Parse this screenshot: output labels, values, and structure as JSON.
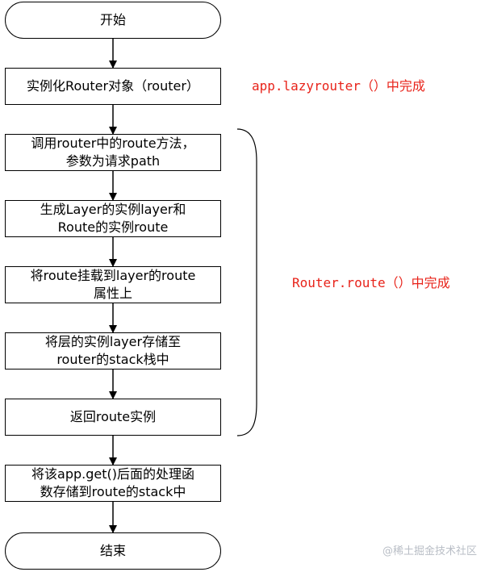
{
  "flow": {
    "start": "开始",
    "steps": [
      [
        "实例化Router对象（router）"
      ],
      [
        "调用router中的route方法，",
        "参数为请求path"
      ],
      [
        "生成Layer的实例layer和",
        "Route的实例route"
      ],
      [
        "将route挂载到layer的route",
        "属性上"
      ],
      [
        "将层的实例layer存储至",
        "router的stack栈中"
      ],
      [
        "返回route实例"
      ],
      [
        "将该app.get()后面的处理函",
        "数存储到route的stack中"
      ]
    ],
    "end": "结束"
  },
  "annotations": {
    "lazyrouter": "app.lazyrouter（）中完成",
    "route": "Router.route（）中完成"
  },
  "watermark": "@稀土掘金技术社区"
}
